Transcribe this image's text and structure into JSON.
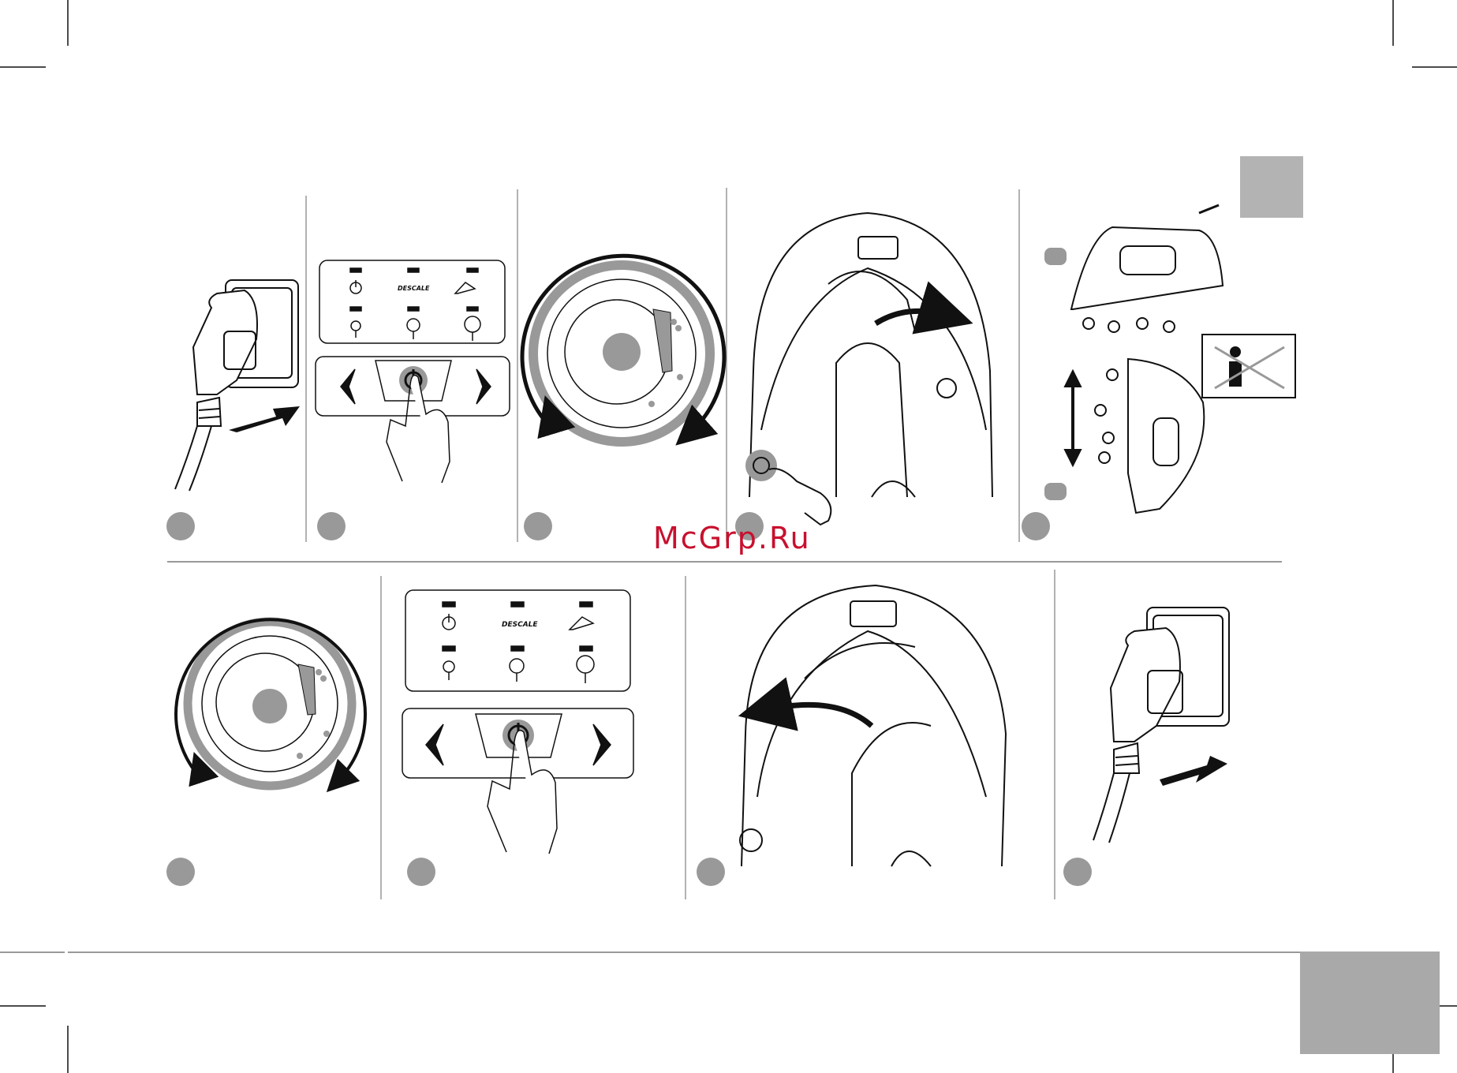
{
  "watermark": "McGrp.Ru",
  "control_panel": {
    "descale_label": "DESCALE"
  },
  "steps": [
    {
      "name": "plug-in-socket"
    },
    {
      "name": "press-power-button"
    },
    {
      "name": "turn-steam-dial"
    },
    {
      "name": "press-lock-and-rotate"
    },
    {
      "name": "vertical-steaming"
    },
    {
      "name": "turn-dial-back"
    },
    {
      "name": "press-power-off"
    },
    {
      "name": "rotate-back-lock"
    },
    {
      "name": "unplug-socket"
    }
  ]
}
